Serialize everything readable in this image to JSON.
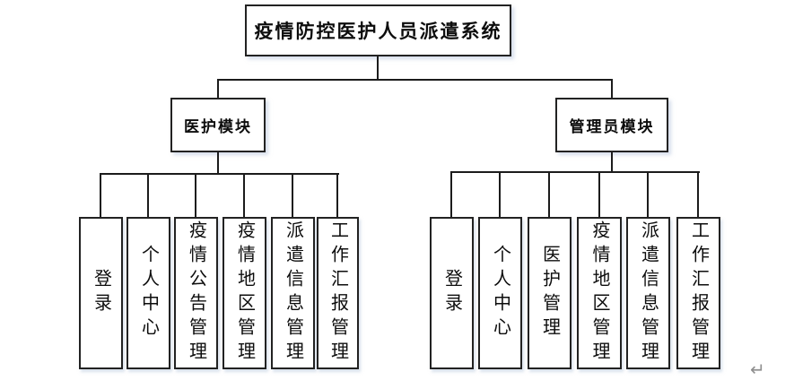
{
  "diagram": {
    "root": "疫情防控医护人员派遣系统",
    "branches": [
      {
        "label": "医护模块",
        "children": [
          "登录",
          "个人中心",
          "疫情公告管理",
          "疫情地区管理",
          "派遣信息管理",
          "工作汇报管理"
        ]
      },
      {
        "label": "管理员模块",
        "children": [
          "登录",
          "个人中心",
          "医护管理",
          "疫情地区管理",
          "派遣信息管理",
          "工作汇报管理"
        ]
      }
    ]
  },
  "colors": {
    "line": "#1c1c1c",
    "box_border": "#222222",
    "box_fill": "#ffffff",
    "shadow": "#c8d2e2",
    "text": "#0d0d0d",
    "return_mark": "#8f8f8f"
  },
  "marks": {
    "return_symbol": "↵"
  }
}
